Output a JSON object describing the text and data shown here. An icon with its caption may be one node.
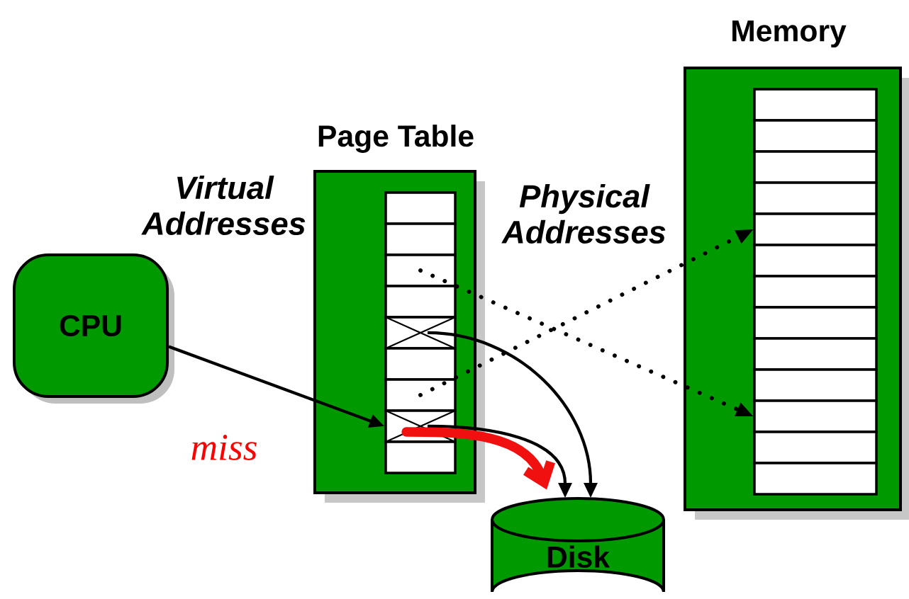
{
  "diagram": {
    "nodes": [
      {
        "text": [
          "CPU"
        ]
      },
      {
        "text": [
          "Page Table"
        ]
      },
      {
        "text": [],
        "shape": "box",
        "in": 1
      },
      {
        "text": [],
        "shape": "box",
        "in": 1
      },
      {
        "text": [],
        "shape": "box",
        "in": 1
      },
      {
        "text": [],
        "shape": "box",
        "in": 1
      },
      {
        "text": [],
        "shape": "box",
        "in": 1
      },
      {
        "text": [],
        "shape": "box",
        "in": 1
      },
      {
        "text": [],
        "shape": "box",
        "in": 1
      },
      {
        "text": [],
        "shape": "box",
        "in": 1
      },
      {
        "text": [],
        "shape": "box",
        "in": 1
      },
      {
        "text": [
          "Memory"
        ]
      },
      {
        "text": [],
        "shape": "box",
        "in": 11
      },
      {
        "text": [],
        "shape": "box",
        "in": 11
      },
      {
        "text": [],
        "shape": "box",
        "in": 11
      },
      {
        "text": [],
        "shape": "box",
        "in": 11
      },
      {
        "text": [],
        "shape": "box",
        "in": 11
      },
      {
        "text": [],
        "shape": "box",
        "in": 11
      },
      {
        "text": [],
        "shape": "box",
        "in": 11
      },
      {
        "text": [],
        "shape": "box",
        "in": 11
      },
      {
        "text": [],
        "shape": "box",
        "in": 11
      },
      {
        "text": [],
        "shape": "box",
        "in": 11
      },
      {
        "text": [],
        "shape": "box",
        "in": 11
      },
      {
        "text": [],
        "shape": "box",
        "in": 11
      },
      {
        "text": [],
        "shape": "box",
        "in": 11
      },
      {
        "text": [
          "Disk"
        ]
      }
    ],
    "edges": [
      {
        "from": 0,
        "to": 9,
        "arrow": "to"
      },
      {
        "from": 4,
        "to": 22,
        "arrow": "to",
        "style": "dashed"
      },
      {
        "from": 8,
        "to": 16,
        "arrow": "to",
        "style": "dashed"
      },
      {
        "from": 6,
        "to": 25,
        "arrow": "to"
      },
      {
        "from": 9,
        "to": 25,
        "arrow": "to"
      },
      {
        "from": 9,
        "to": 25,
        "arrow": "to",
        "style": "thick",
        "color": "#f01010"
      }
    ],
    "labels": [
      "Virtual Addresses",
      "Physical Addresses",
      "miss"
    ]
  }
}
